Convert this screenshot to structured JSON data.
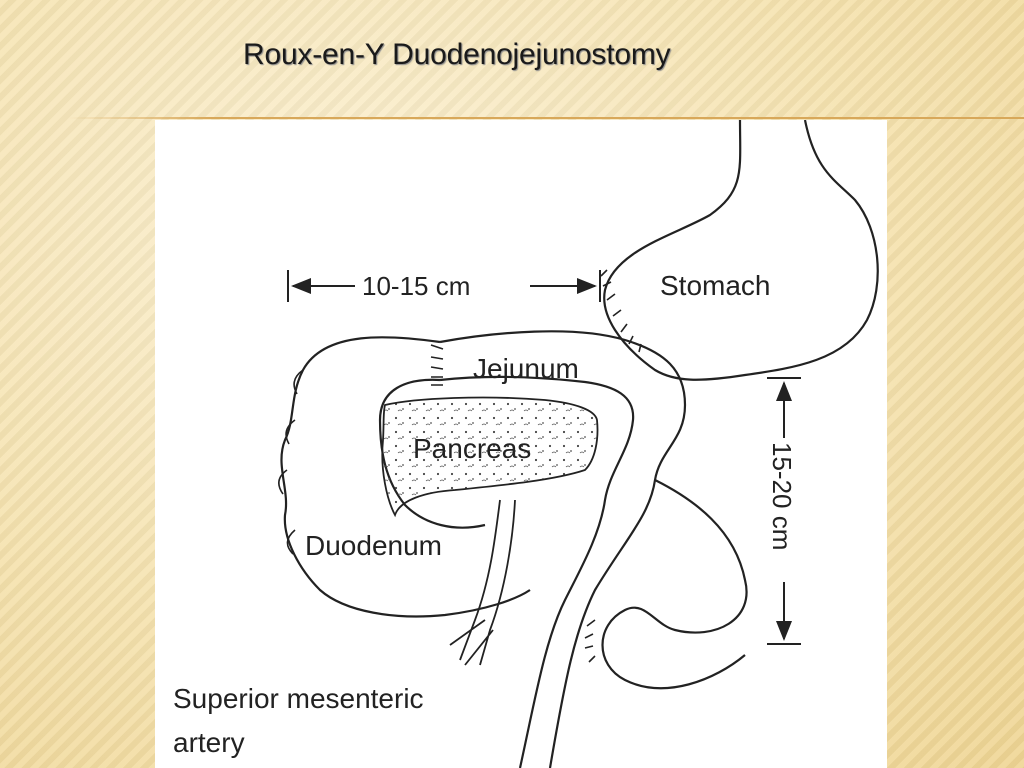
{
  "slide": {
    "title": "Roux-en-Y Duodenojejunostomy"
  },
  "diagram": {
    "labels": {
      "dimension_top": "10-15 cm",
      "stomach": "Stomach",
      "jejunum": "Jejunum",
      "pancreas": "Pancreas",
      "duodenum": "Duodenum",
      "dimension_right": "15-20 cm",
      "sma_line1": "Superior mesenteric",
      "sma_line2": "artery"
    },
    "colors": {
      "ink": "#222222",
      "paper": "#ffffff",
      "slide_bg": "#f7e6b8"
    }
  }
}
